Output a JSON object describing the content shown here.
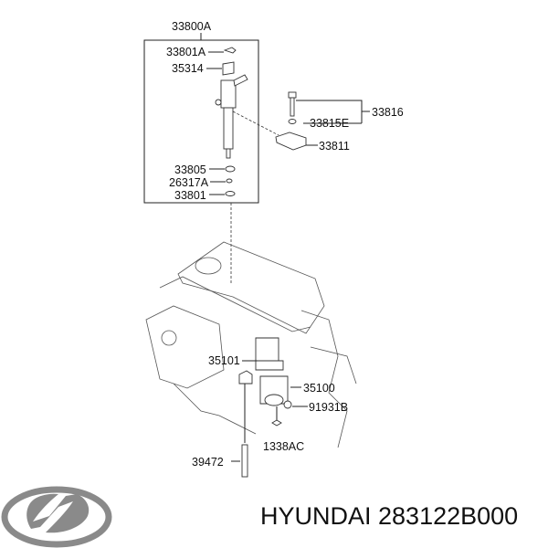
{
  "diagram": {
    "labels": {
      "assembly": "33800A",
      "clip": "33801A",
      "cap": "35314",
      "bolt_set": "33816",
      "washer": "33815E",
      "clamp": "33811",
      "o_ring": "33805",
      "seal_ring": "26317A",
      "washer_small": "33801",
      "gasket": "35101",
      "throttle_body": "35100",
      "bolt": "91931B",
      "rod": "39472",
      "nut": "1338AC"
    }
  },
  "brand": {
    "logo_text": "HYUNDAI",
    "caption": "HYUNDAI 283122B000"
  }
}
